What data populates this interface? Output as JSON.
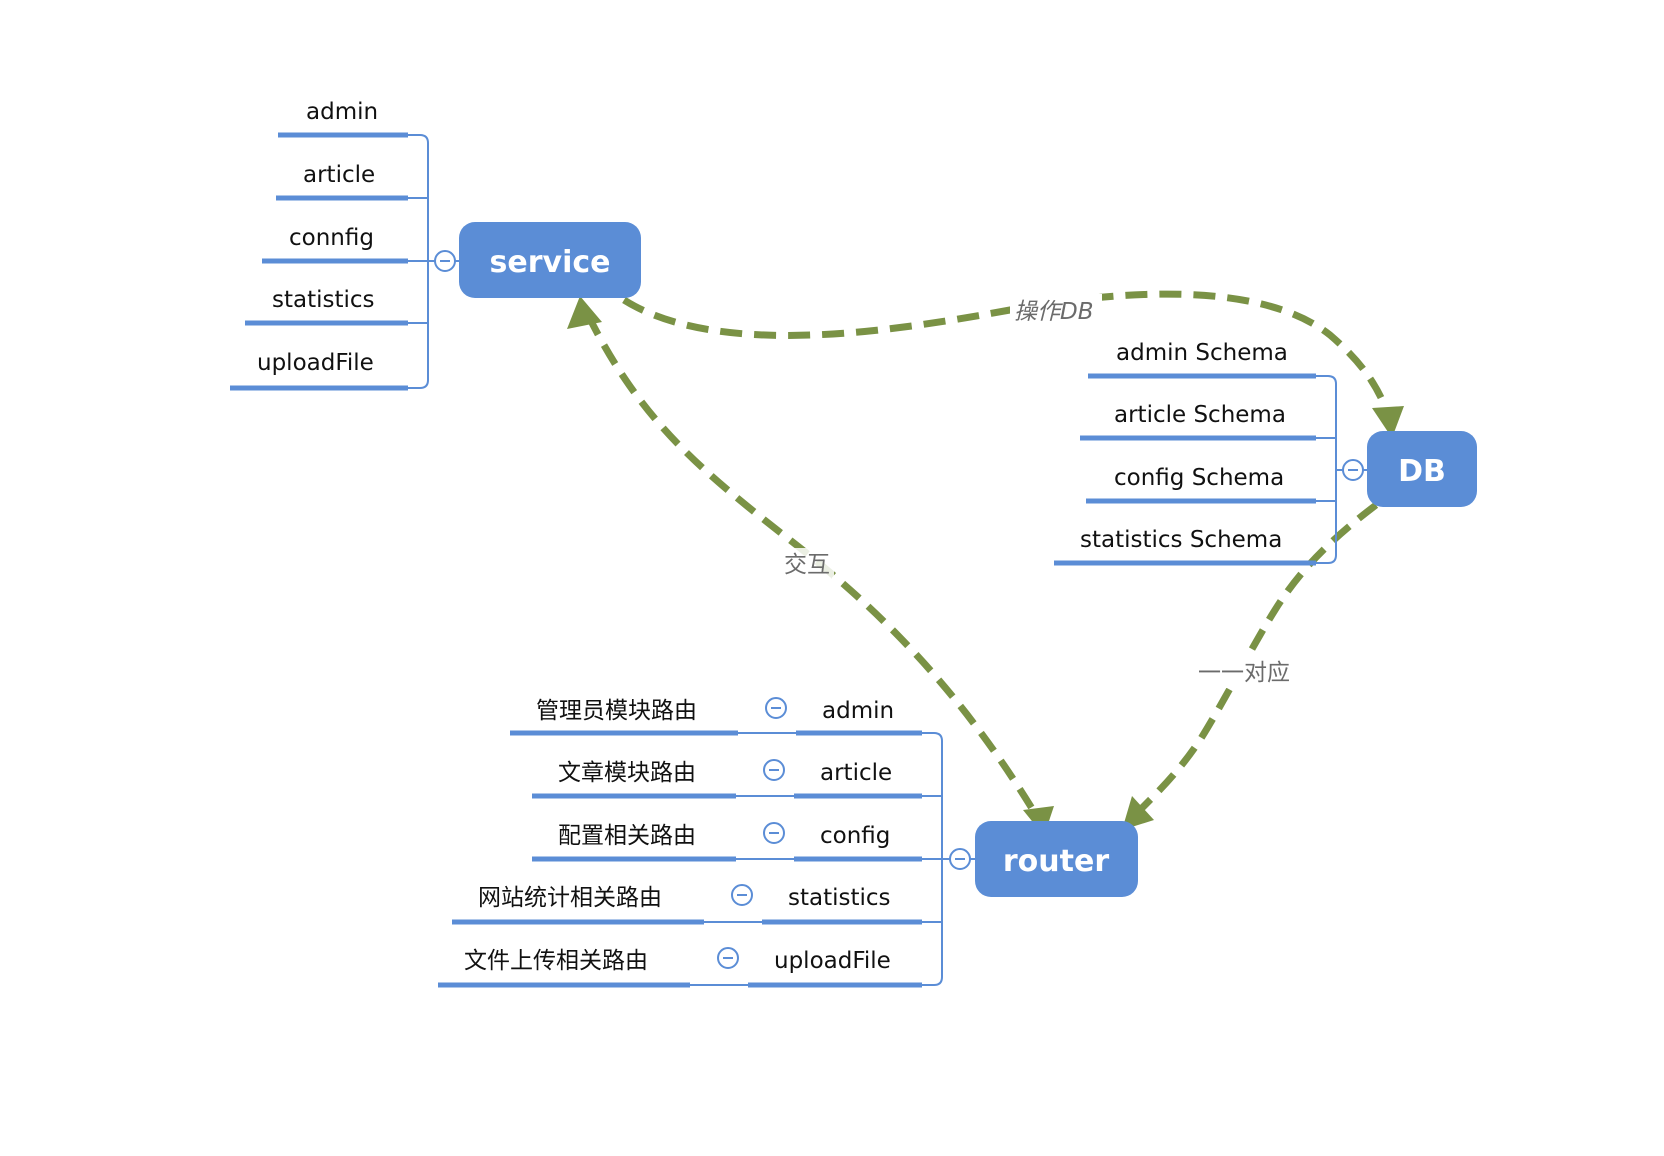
{
  "colors": {
    "topic_fill": "#5b8dd6",
    "branch_line": "#5b8dd6",
    "relation_arrow": "#7a9245",
    "background": "#ffffff"
  },
  "topics": {
    "service": "service",
    "db": "DB",
    "router": "router"
  },
  "service_children": [
    "admin",
    "article",
    "connfig",
    "statistics",
    "uploadFile"
  ],
  "db_children": [
    "admin Schema",
    "article Schema",
    "config Schema",
    "statistics Schema"
  ],
  "router_children": [
    {
      "label": "admin",
      "child": "管理员模块路由"
    },
    {
      "label": "article",
      "child": "文章模块路由"
    },
    {
      "label": "config",
      "child": "配置相关路由"
    },
    {
      "label": "statistics",
      "child": "网站统计相关路由"
    },
    {
      "label": "uploadFile",
      "child": "文件上传相关路由"
    }
  ],
  "relations": {
    "service_to_db": "操作DB",
    "service_router": "交互",
    "db_to_router": "一一对应"
  },
  "icons": {
    "collapse": "collapse-icon"
  }
}
